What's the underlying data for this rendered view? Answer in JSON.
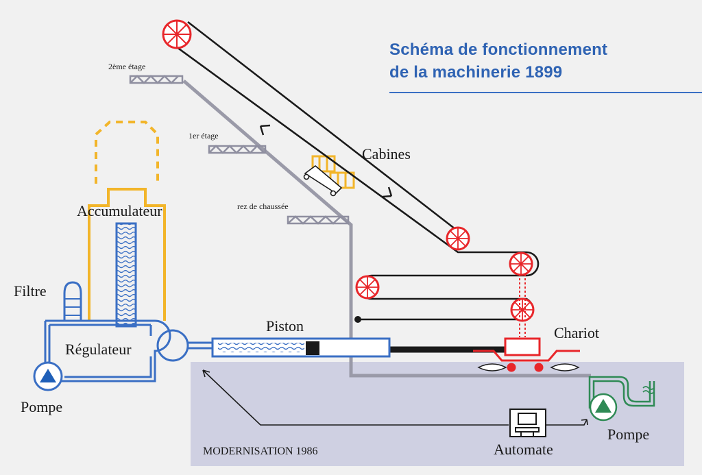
{
  "title": {
    "line1": "Schéma de fonctionnement",
    "line2": "de la machinerie 1899"
  },
  "labels": {
    "etage2": "2ème étage",
    "etage1": "1er étage",
    "rez": "rez de chaussée",
    "cabines": "Cabines",
    "accumulateur": "Accumulateur",
    "filtre": "Filtre",
    "regulateur": "Régulateur",
    "pompe_left": "Pompe",
    "piston": "Piston",
    "chariot": "Chariot",
    "pompe_right": "Pompe",
    "automate": "Automate",
    "modernisation": "MODERNISATION 1986"
  },
  "colors": {
    "hydraulic": "#3a6fc4",
    "accumulator": "#f2b52a",
    "mechanism": "#e8262a",
    "cable": "#1a1a1a",
    "tower": "#9a9aa8",
    "modern_zone": "#cfd0e2",
    "modern_pump": "#2f8a55",
    "title": "#2f63b3"
  }
}
